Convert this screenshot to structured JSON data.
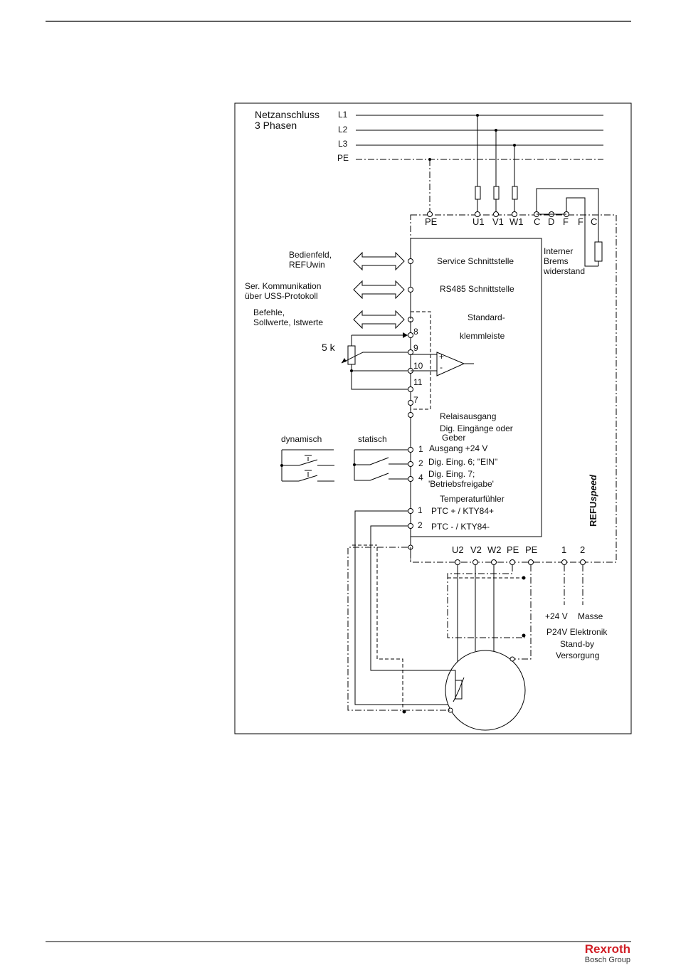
{
  "mains": {
    "title_line1": "Netzanschluss",
    "title_line2": "3 Phasen",
    "l1": "L1",
    "l2": "L2",
    "l3": "L3",
    "pe": "PE"
  },
  "top_terminals": {
    "pe": "PE",
    "u1": "U1",
    "v1": "V1",
    "w1": "W1",
    "c1": "C",
    "d": "D",
    "f1": "F",
    "f2": "F",
    "c2": "C"
  },
  "brake": {
    "line1": "Interner",
    "line2": "Brems",
    "line3": "widerstand"
  },
  "interfaces": {
    "panel_line1": "Bedienfeld,",
    "panel_line2": "REFUwin",
    "service": "Service Schnittstelle",
    "ser_line1": "Ser. Kommunikation",
    "ser_line2": "über USS-Protokoll",
    "rs485": "RS485 Schnittstelle",
    "cmd_line1": "Befehle,",
    "cmd_line2": "Sollwerte, Istwerte",
    "std_line1": "Standard-",
    "std_line2": "klemmleiste"
  },
  "analog": {
    "pot": "5 k",
    "t8": "8",
    "t9": "9",
    "t10": "10",
    "t11": "11",
    "t7": "7",
    "plus": "+",
    "minus": "-"
  },
  "relay": "Relaisausgang",
  "digital": {
    "header_line1": "Dig. Eingänge oder",
    "header_line2": "Geber",
    "dyn": "dynamisch",
    "stat": "statisch",
    "n1": "1",
    "out24": "Ausgang +24 V",
    "n2": "2",
    "in6": "Dig. Eing. 6; \"EIN\"",
    "n4": "4",
    "in7_line1": "Dig. Eing. 7;",
    "in7_line2": "'Betriebsfreigabe'"
  },
  "temp": {
    "header": "Temperaturfühler",
    "n1": "1",
    "ptc_plus": "PTC + / KTY84+",
    "n2": "2",
    "ptc_minus": "PTC - / KTY84-"
  },
  "brand_vertical": {
    "bold": "REFU",
    "italic": "speed"
  },
  "bottom_terminals": {
    "u2": "U2",
    "v2": "V2",
    "w2": "W2",
    "pe1": "PE",
    "pe2": "PE",
    "n1": "1",
    "n2": "2"
  },
  "standby": {
    "plus24": "+24 V",
    "masse": "Masse",
    "line1": "P24V Elektronik",
    "line2": "Stand-by",
    "line3": "Versorgung"
  },
  "footer": {
    "brand": "Rexroth",
    "group": "Bosch Group",
    "brand_color": "#d11f26"
  }
}
